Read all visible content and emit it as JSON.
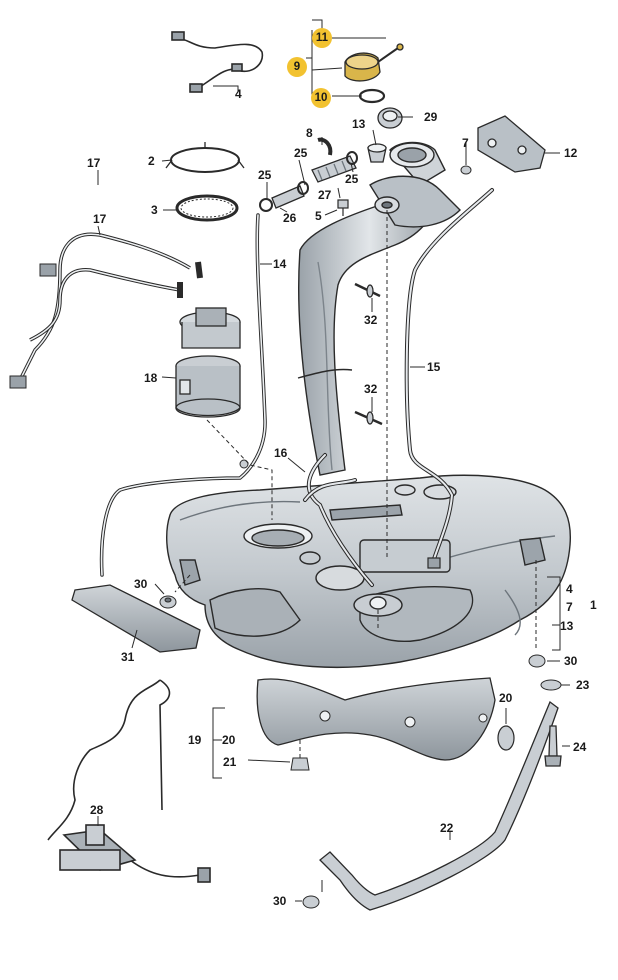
{
  "colors": {
    "line": "#2a2a2a",
    "part_fill": "#c9ced3",
    "part_dark": "#8e969d",
    "part_light": "#e9ecee",
    "highlight_fill": "#f2c230",
    "highlight_part": "#d9b54a"
  },
  "callouts": [
    {
      "id": "c11",
      "text": "11",
      "highlight": true
    },
    {
      "id": "c9",
      "text": "9",
      "highlight": true
    },
    {
      "id": "c10",
      "text": "10",
      "highlight": true
    },
    {
      "id": "c4a",
      "text": "4"
    },
    {
      "id": "c29",
      "text": "29"
    },
    {
      "id": "c8",
      "text": "8"
    },
    {
      "id": "c13a",
      "text": "13"
    },
    {
      "id": "c7a",
      "text": "7"
    },
    {
      "id": "c12",
      "text": "12"
    },
    {
      "id": "c17a",
      "text": "17"
    },
    {
      "id": "c2",
      "text": "2"
    },
    {
      "id": "c25a",
      "text": "25"
    },
    {
      "id": "c25b",
      "text": "25"
    },
    {
      "id": "c25c",
      "text": "25"
    },
    {
      "id": "c27",
      "text": "27"
    },
    {
      "id": "c3",
      "text": "3"
    },
    {
      "id": "c26",
      "text": "26"
    },
    {
      "id": "c5",
      "text": "5"
    },
    {
      "id": "c17b",
      "text": "17"
    },
    {
      "id": "c14",
      "text": "14"
    },
    {
      "id": "c32a",
      "text": "32"
    },
    {
      "id": "c18",
      "text": "18"
    },
    {
      "id": "c15",
      "text": "15"
    },
    {
      "id": "c32b",
      "text": "32"
    },
    {
      "id": "c16",
      "text": "16"
    },
    {
      "id": "c30a",
      "text": "30"
    },
    {
      "id": "c4b",
      "text": "4"
    },
    {
      "id": "c7b",
      "text": "7"
    },
    {
      "id": "c1",
      "text": "1"
    },
    {
      "id": "c13b",
      "text": "13"
    },
    {
      "id": "c31",
      "text": "31"
    },
    {
      "id": "c30b",
      "text": "30"
    },
    {
      "id": "c23",
      "text": "23"
    },
    {
      "id": "c20a",
      "text": "20"
    },
    {
      "id": "c19",
      "text": "19"
    },
    {
      "id": "c20b",
      "text": "20"
    },
    {
      "id": "c24",
      "text": "24"
    },
    {
      "id": "c21",
      "text": "21"
    },
    {
      "id": "c28",
      "text": "28"
    },
    {
      "id": "c22",
      "text": "22"
    },
    {
      "id": "c30c",
      "text": "30"
    }
  ]
}
